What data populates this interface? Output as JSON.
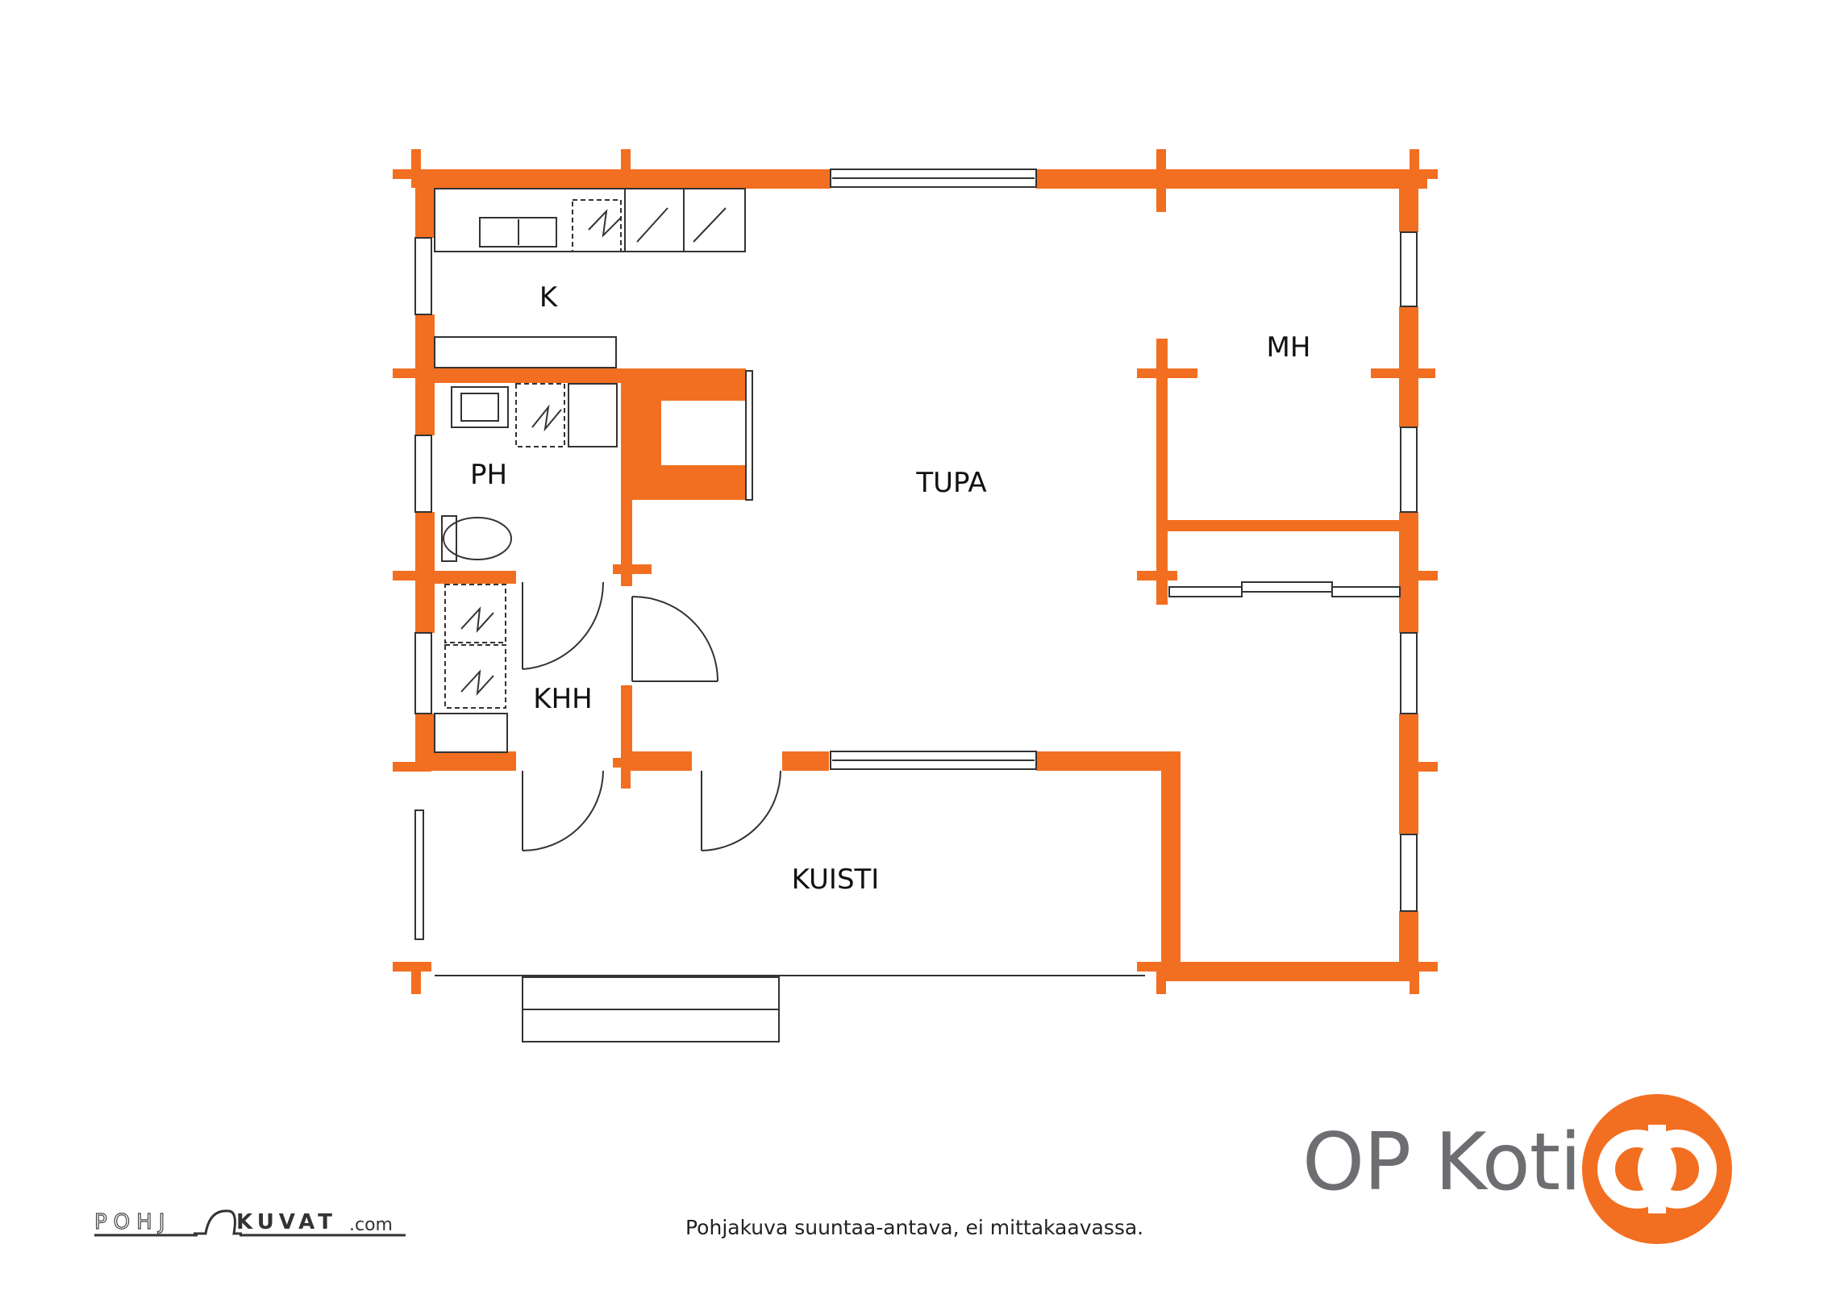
{
  "rooms": {
    "k": "K",
    "mh": "MH",
    "ph": "PH",
    "tupa": "TUPA",
    "khh": "KHH",
    "kuisti": "KUISTI"
  },
  "caption": "Pohjakuva suuntaa-antava, ei mittakaavassa.",
  "brand": {
    "name": "OP Koti",
    "color": "#f26f21",
    "text_color": "#6d6e71"
  },
  "pohjakuvat": {
    "part1": "POHJ",
    "part2": "KUVAT",
    "part3": ".com"
  },
  "colors": {
    "wall": "#f26f21",
    "line": "#333333"
  }
}
